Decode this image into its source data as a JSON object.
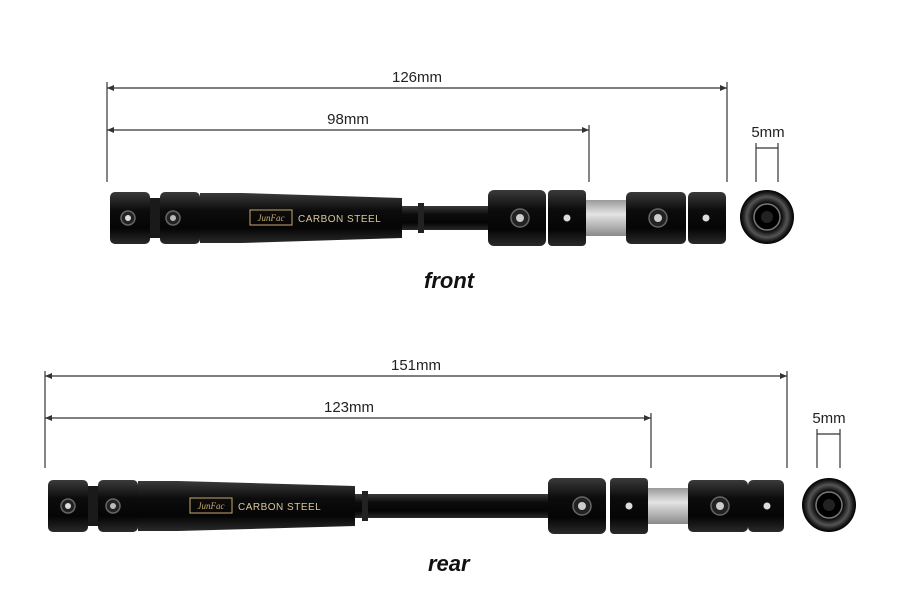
{
  "front": {
    "caption": "front",
    "overall_length": "126mm",
    "inner_length": "98mm",
    "shaft_diameter": "5mm",
    "brand": "JunFac",
    "material": "CARBON STEEL"
  },
  "rear": {
    "caption": "rear",
    "overall_length": "151mm",
    "inner_length": "123mm",
    "shaft_diameter": "5mm",
    "brand": "JunFac",
    "material": "CARBON STEEL"
  },
  "colors": {
    "metal": "#0d0d0d",
    "metal_highlight": "#5a5a5a",
    "steel": "#b8b8b8",
    "gold": "#c9a96e"
  }
}
